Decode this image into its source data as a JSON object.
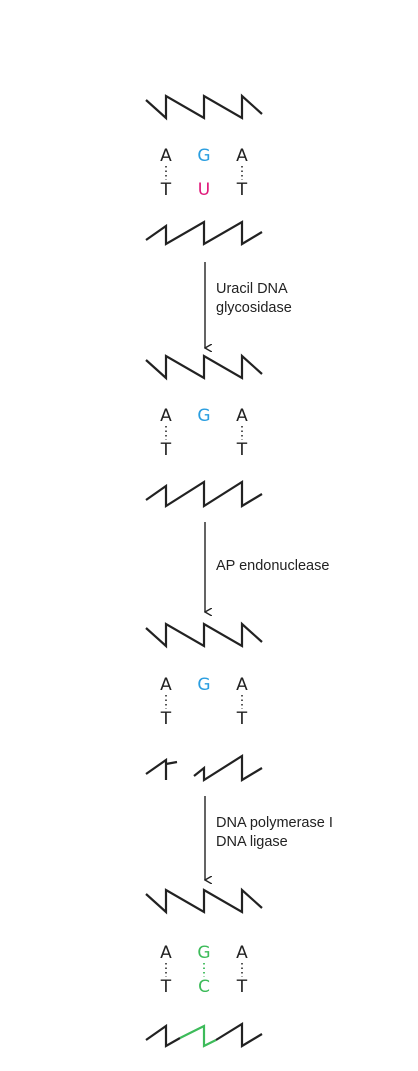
{
  "colors": {
    "dna": "#222222",
    "guanine_highlight": "#2a9ee0",
    "uracil": "#e0187a",
    "repair_new": "#3dbb5a"
  },
  "steps": [
    {
      "top_bases": [
        "A",
        "G",
        "A"
      ],
      "bottom_bases": [
        "T",
        "U",
        "T"
      ],
      "top_colors": [
        "dna",
        "guanine_highlight",
        "dna"
      ],
      "bottom_colors": [
        "dna",
        "uracil",
        "dna"
      ]
    },
    {
      "top_bases": [
        "A",
        "G",
        "A"
      ],
      "bottom_bases": [
        "T",
        "",
        "T"
      ],
      "top_colors": [
        "dna",
        "guanine_highlight",
        "dna"
      ],
      "bottom_colors": [
        "dna",
        "dna",
        "dna"
      ]
    },
    {
      "top_bases": [
        "A",
        "G",
        "A"
      ],
      "bottom_bases": [
        "T",
        "",
        "T"
      ],
      "top_colors": [
        "dna",
        "guanine_highlight",
        "dna"
      ],
      "bottom_colors": [
        "dna",
        "dna",
        "dna"
      ]
    },
    {
      "top_bases": [
        "A",
        "G",
        "A"
      ],
      "bottom_bases": [
        "T",
        "C",
        "T"
      ],
      "top_colors": [
        "dna",
        "repair_new",
        "dna"
      ],
      "bottom_colors": [
        "dna",
        "repair_new",
        "dna"
      ]
    }
  ],
  "enzymes": [
    {
      "line1": "Uracil DNA",
      "line2": "glycosidase"
    },
    {
      "line1": "AP endonuclease",
      "line2": ""
    },
    {
      "line1": "DNA polymerase I",
      "line2": "DNA ligase"
    }
  ]
}
